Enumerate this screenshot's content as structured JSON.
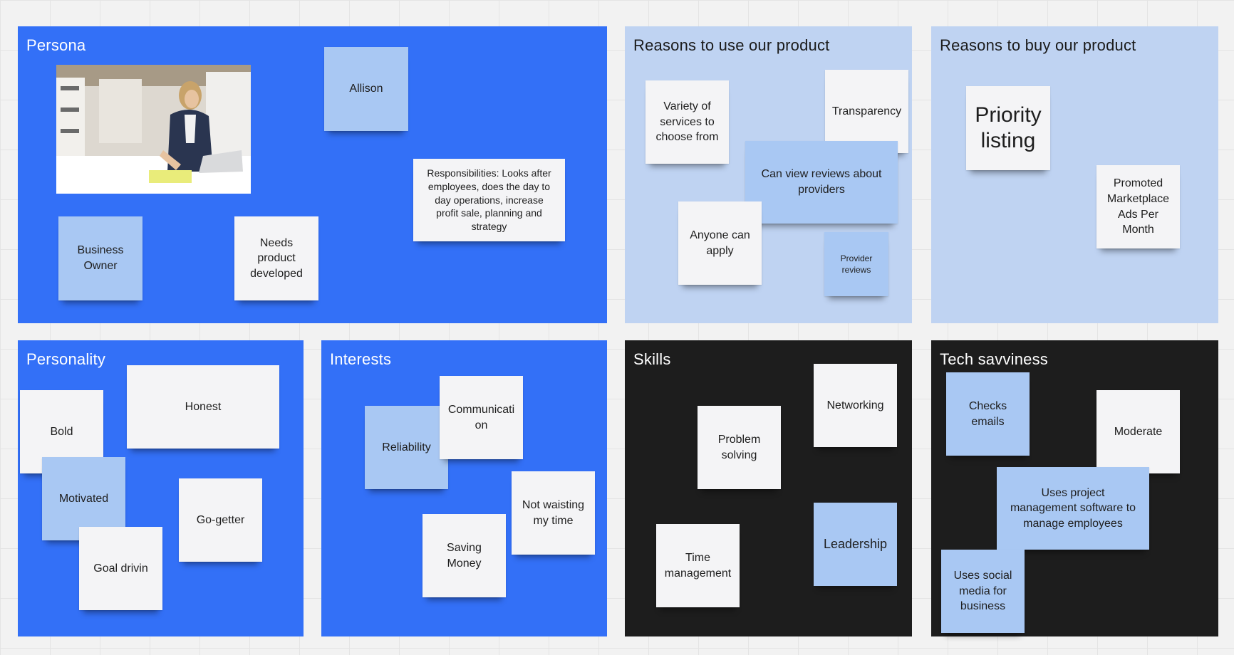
{
  "frames": {
    "persona": {
      "title": "Persona",
      "notes": {
        "allison": "Allison",
        "responsibilities": "Responsibilities: Looks after employees, does the day to day operations, increase profit sale, planning and strategy",
        "business_owner": "Business Owner",
        "needs_product": "Needs product developed"
      }
    },
    "reasons_use": {
      "title": "Reasons to use our product",
      "notes": {
        "variety": "Variety of services to choose from",
        "transparency": "Transparency",
        "reviews": "Can view reviews about providers",
        "anyone": "Anyone can apply",
        "provider_reviews": "Provider reviews"
      }
    },
    "reasons_buy": {
      "title": "Reasons to buy our product",
      "notes": {
        "priority": "Priority listing",
        "promoted": "Promoted Marketplace Ads Per Month"
      }
    },
    "personality": {
      "title": "Personality",
      "notes": {
        "honest": "Honest",
        "bold": "Bold",
        "motivated": "Motivated",
        "go_getter": "Go-getter",
        "goal_drivin": "Goal drivin"
      }
    },
    "interests": {
      "title": "Interests",
      "notes": {
        "communication": "Communication",
        "reliability": "Reliability",
        "not_waisting": "Not waisting my time",
        "saving_money": "Saving Money"
      }
    },
    "skills": {
      "title": "Skills",
      "notes": {
        "networking": "Networking",
        "problem_solving": "Problem solving",
        "time_management": "Time management",
        "leadership": "Leadership"
      }
    },
    "tech": {
      "title": "Tech savviness",
      "notes": {
        "checks_emails": "Checks emails",
        "moderate": "Moderate",
        "project_mgmt": "Uses project management software to manage employees",
        "social_media": "Uses social media for business"
      }
    }
  },
  "colors": {
    "blue_frame": "#3370f7",
    "light_frame": "#bfd3f2",
    "dark_frame": "#1d1d1d",
    "white_note": "#f4f4f6",
    "blue_note": "#a9c8f3"
  },
  "icons": {
    "persona_photo": "woman-at-laptop-photo"
  }
}
